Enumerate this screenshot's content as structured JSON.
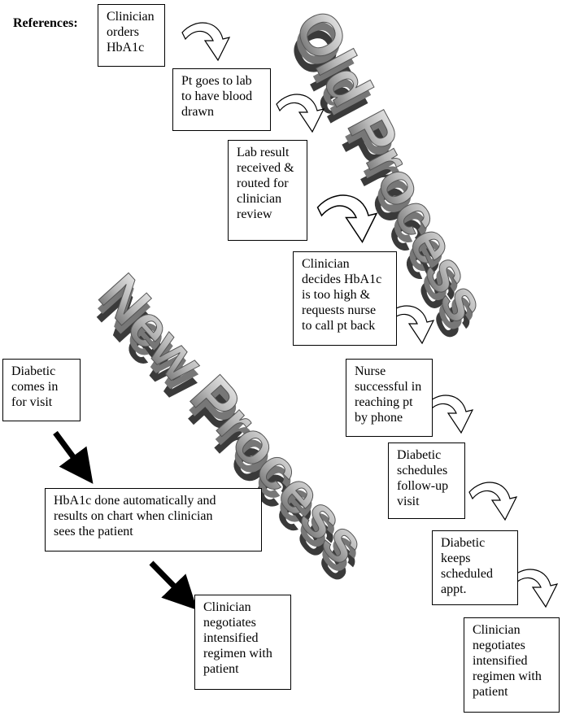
{
  "references_label": "References:",
  "old_process": {
    "title": "Old Process",
    "steps": [
      "Clinician\norders\nHbA1c",
      "Pt goes to lab\nto have blood\ndrawn",
      "Lab result\nreceived &\nrouted for\nclinician\nreview",
      "Clinician\ndecides HbA1c\nis too high &\nrequests nurse\nto call pt back",
      "Nurse\nsuccessful in\nreaching pt\nby phone",
      "Diabetic\nschedules\nfollow-up\nvisit",
      "Diabetic\nkeeps\nscheduled\nappt.",
      "Clinician\nnegotiates\nintensified\nregimen with\npatient"
    ]
  },
  "new_process": {
    "title": "New Process",
    "steps": [
      "Diabetic\ncomes in\nfor visit",
      "HbA1c done automatically and\nresults on chart when clinician\nsees the patient",
      "Clinician\nnegotiates\nintensified\nregimen with\npatient"
    ]
  }
}
